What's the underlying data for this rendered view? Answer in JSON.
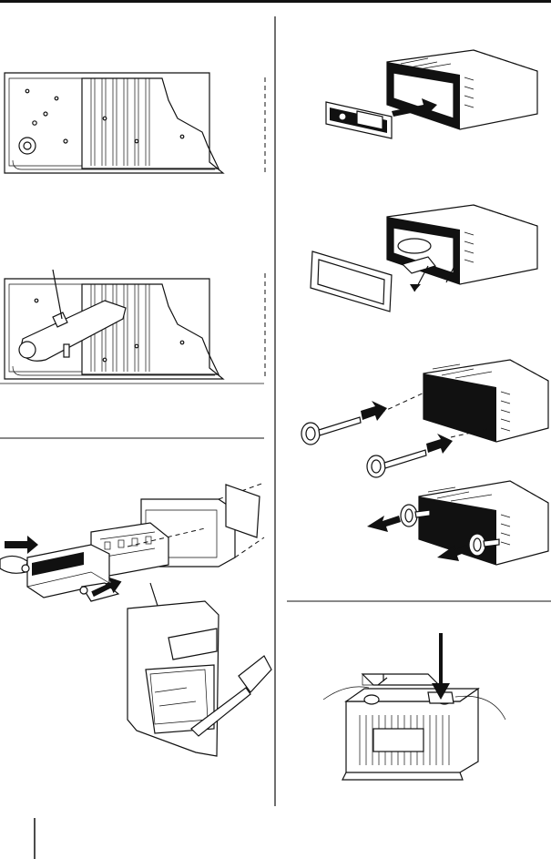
{
  "page": {
    "title": "",
    "note": ""
  },
  "figures": [
    {
      "id": "rear-chassis-clip"
    },
    {
      "id": "rear-chassis-cable"
    },
    {
      "id": "install-exploded"
    },
    {
      "id": "front-panel-removal"
    },
    {
      "id": "trim-frame-removal"
    },
    {
      "id": "release-keys-insert"
    },
    {
      "id": "release-keys-pull"
    },
    {
      "id": "battery-disconnect"
    }
  ]
}
